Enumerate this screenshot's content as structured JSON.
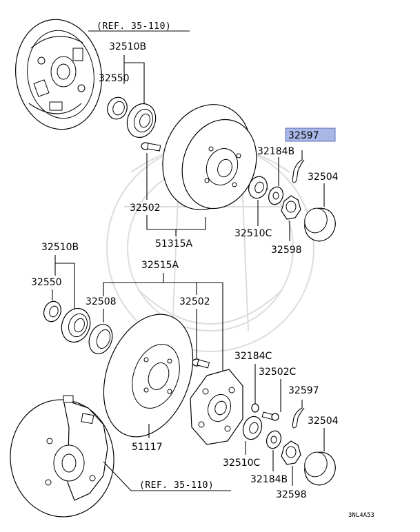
{
  "diagram": {
    "ref_top": "(REF. 35-110)",
    "ref_bottom": "(REF. 35-110)",
    "image_code": "3NL4A53",
    "highlight_color": "#a9b7e6",
    "highlighted_part": "32597",
    "labels": {
      "p32510B_top": "32510B",
      "p32550_top": "32550",
      "p32597_top": "32597",
      "p32184B_top": "32184B",
      "p32504_top": "32504",
      "p32502_top": "32502",
      "p32510C_top": "32510C",
      "p32598_top": "32598",
      "p51315A": "51315A",
      "p32510B_bot": "32510B",
      "p32515A": "32515A",
      "p32550_bot": "32550",
      "p32508": "32508",
      "p32502_bot": "32502",
      "p32184C": "32184C",
      "p32502C": "32502C",
      "p32597_bot": "32597",
      "p32504_bot": "32504",
      "p51117": "51117",
      "p32510C_bot": "32510C",
      "p32184B_bot": "32184B",
      "p32598_bot": "32598"
    }
  }
}
